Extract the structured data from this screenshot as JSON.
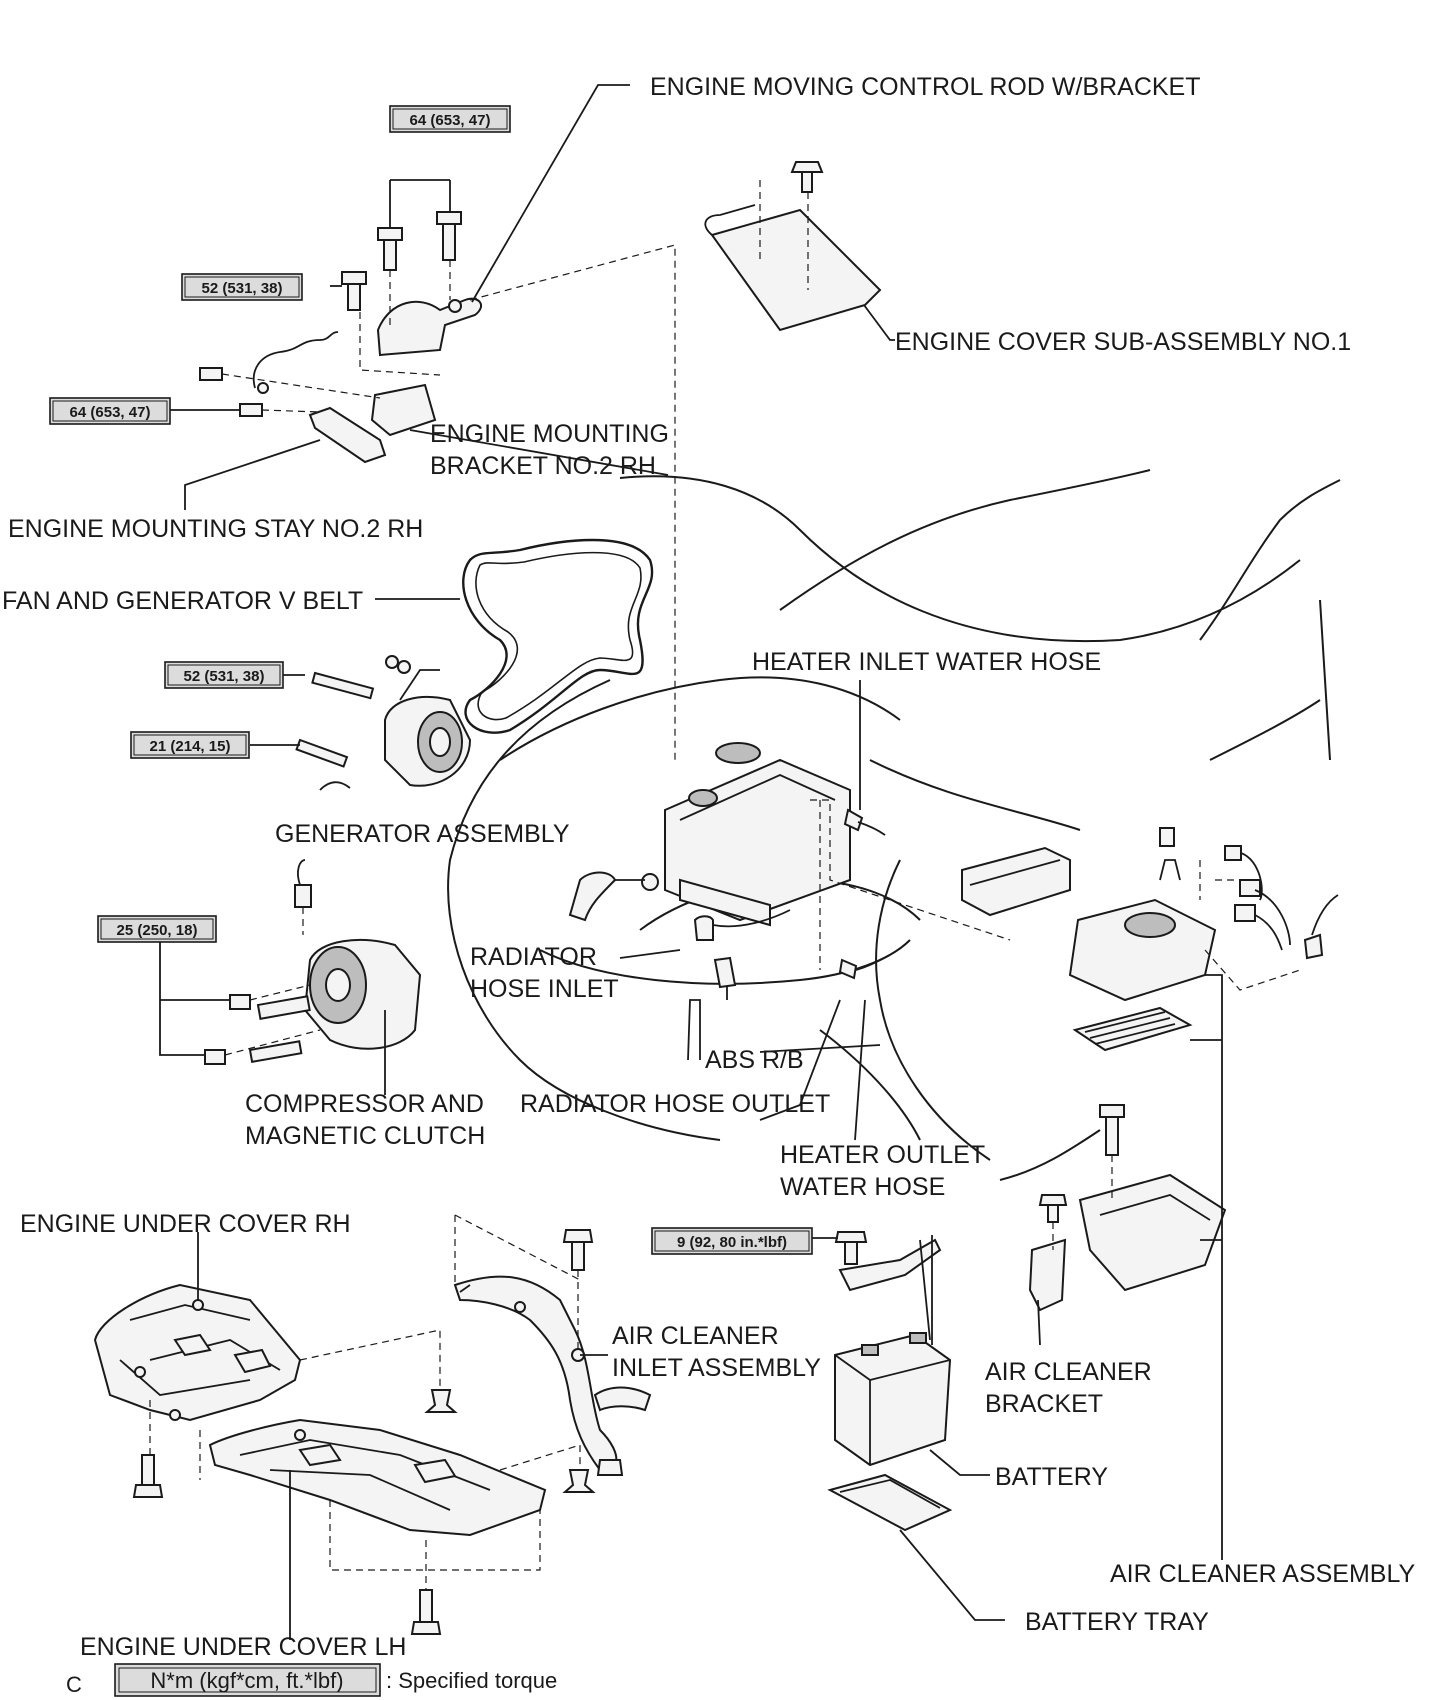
{
  "labels": {
    "control_rod": "ENGINE MOVING CONTROL ROD W/BRACKET",
    "engine_cover": "ENGINE COVER SUB-ASSEMBLY NO.1",
    "mount_bracket_1": "ENGINE MOUNTING",
    "mount_bracket_2": "BRACKET NO.2 RH",
    "mount_stay": "ENGINE MOUNTING STAY NO.2 RH",
    "v_belt": "FAN AND GENERATOR V BELT",
    "heater_inlet": "HEATER INLET WATER HOSE",
    "generator": "GENERATOR ASSEMBLY",
    "radiator_inlet_1": "RADIATOR",
    "radiator_inlet_2": "HOSE INLET",
    "abs_rb": "ABS R/B",
    "compressor_1": "COMPRESSOR AND",
    "compressor_2": "MAGNETIC CLUTCH",
    "radiator_outlet": "RADIATOR HOSE OUTLET",
    "heater_outlet_1": "HEATER OUTLET",
    "heater_outlet_2": "WATER HOSE",
    "under_cover_rh": "ENGINE UNDER COVER RH",
    "air_inlet_1": "AIR CLEANER",
    "air_inlet_2": "INLET ASSEMBLY",
    "air_bracket_1": "AIR CLEANER",
    "air_bracket_2": "BRACKET",
    "battery": "BATTERY",
    "air_cleaner": "AIR CLEANER ASSEMBLY",
    "battery_tray": "BATTERY TRAY",
    "under_cover_lh": "ENGINE UNDER COVER LH"
  },
  "torques": {
    "t1": "64 (653, 47)",
    "t2": "52 (531, 38)",
    "t3": "64 (653, 47)",
    "t4": "52 (531, 38)",
    "t5": "21 (214, 15)",
    "t6": "25 (250, 18)",
    "t7": "9 (92, 80 in.*lbf)"
  },
  "legend": {
    "code": "C",
    "unit": "N*m (kgf*cm, ft.*lbf)",
    "meaning": ": Specified torque"
  },
  "colors": {
    "line": "#1a1a1a",
    "torque_box_fill": "#dcdcdc",
    "part_fill": "#f4f4f4"
  }
}
